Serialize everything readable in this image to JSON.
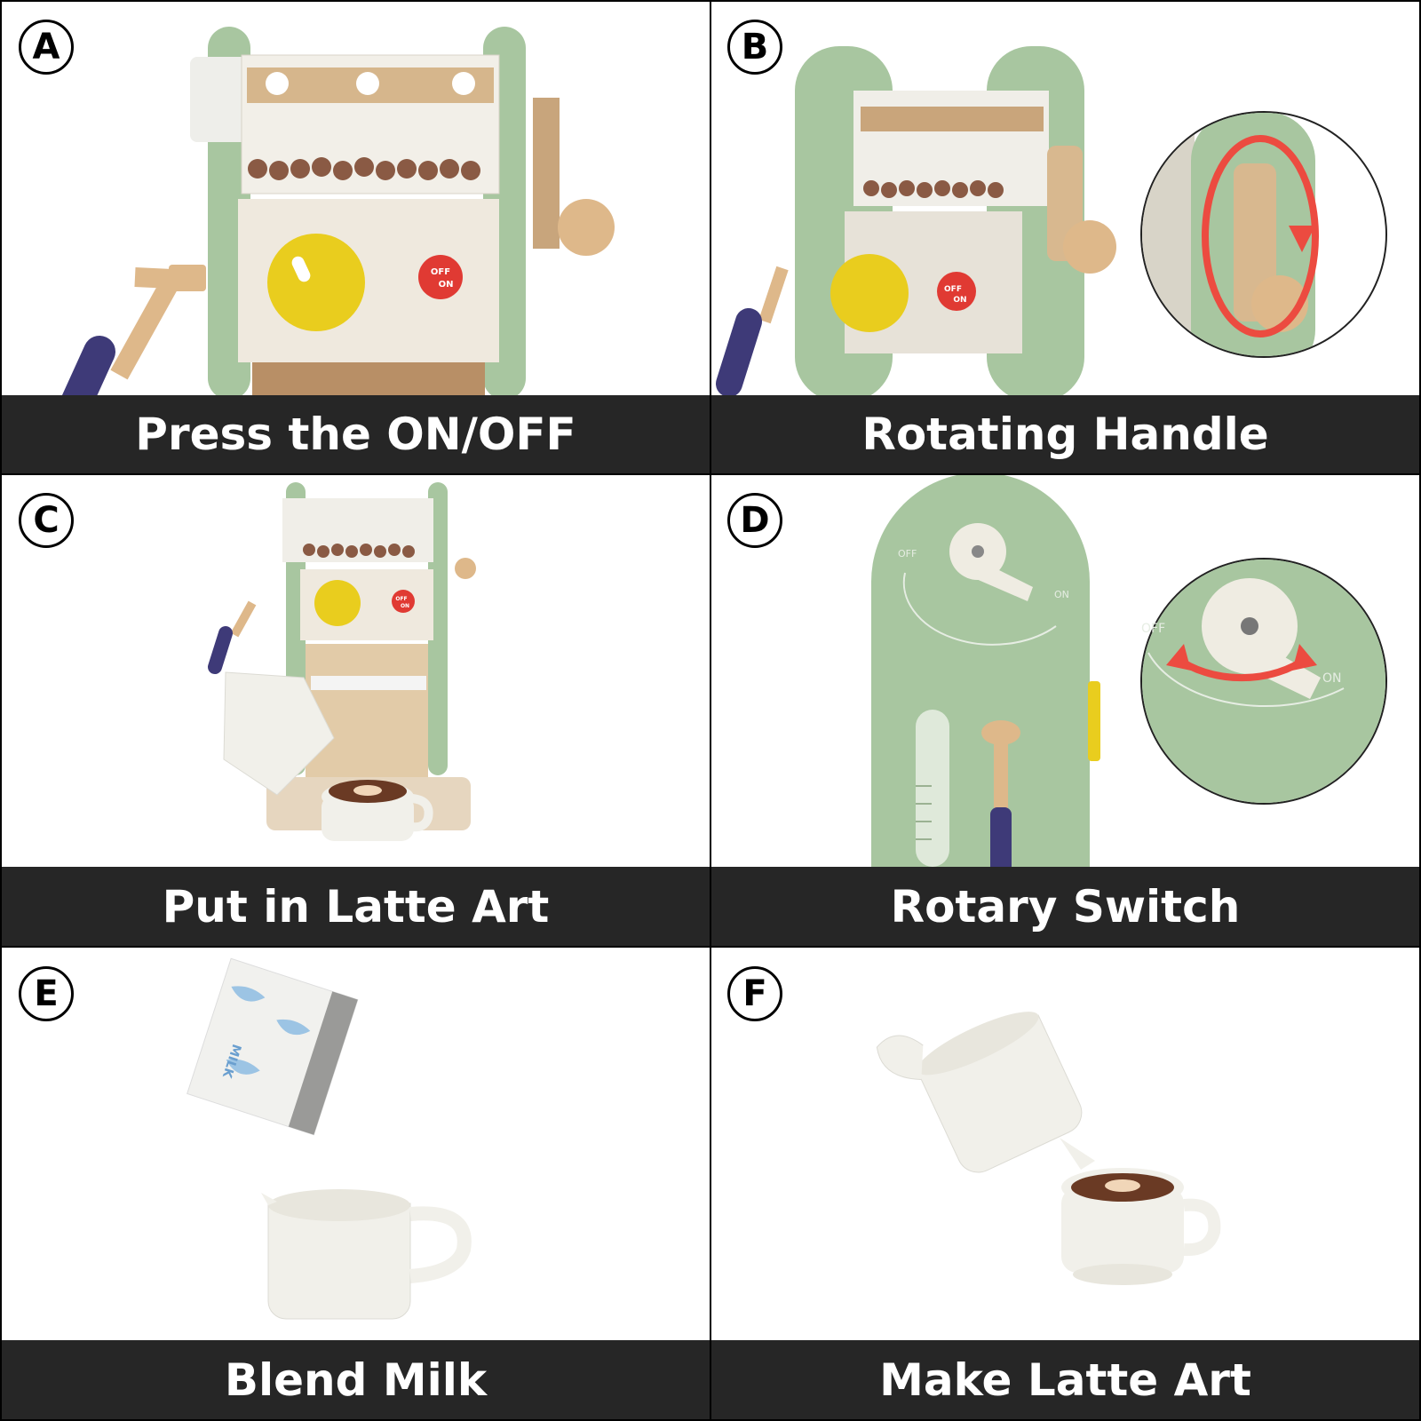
{
  "panels": [
    {
      "letter": "A",
      "caption": "Press the ON/OFF",
      "button_label_top": "OFF",
      "button_label_bottom": "ON"
    },
    {
      "letter": "B",
      "caption": "Rotating Handle",
      "button_label_top": "OFF",
      "button_label_bottom": "ON"
    },
    {
      "letter": "C",
      "caption": "Put in Latte Art",
      "button_label_top": "OFF",
      "button_label_bottom": "ON"
    },
    {
      "letter": "D",
      "caption": "Rotary Switch",
      "switch_off": "OFF",
      "switch_on": "ON"
    },
    {
      "letter": "E",
      "caption": "Blend Milk",
      "carton_label": "MILK"
    },
    {
      "letter": "F",
      "caption": "Make Latte Art"
    }
  ],
  "colors": {
    "machine_green": "#a8c6a0",
    "knob_yellow": "#e9cd1e",
    "button_red": "#e03a33",
    "handle_purple": "#3e3a78",
    "wood": "#d8b88f",
    "arrow_red": "#ec4b40",
    "caption_bg": "#262626"
  }
}
